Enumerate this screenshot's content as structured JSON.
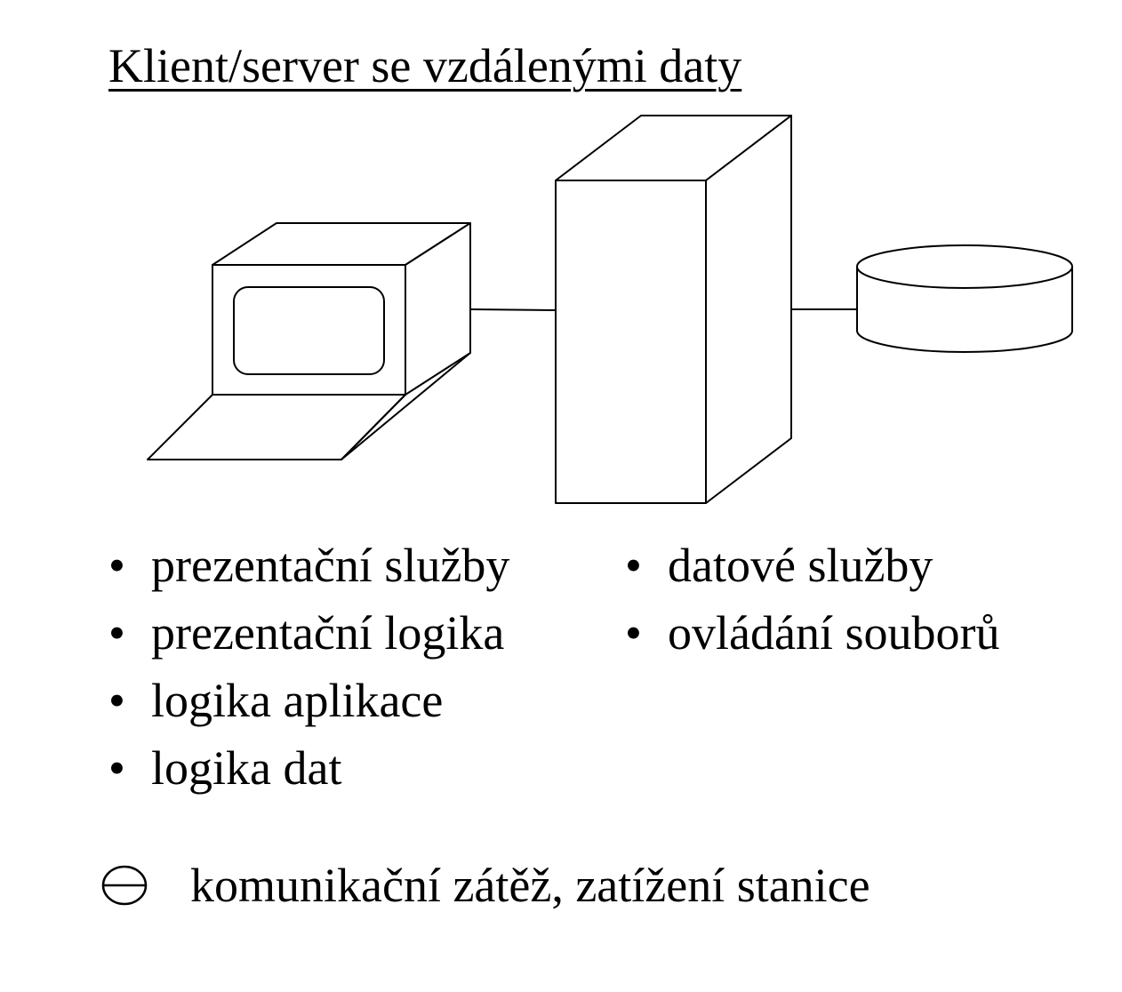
{
  "title": "Klient/server se vzdálenými daty",
  "diagram": {
    "nodes": [
      {
        "name": "client",
        "icon": "computer-terminal-icon"
      },
      {
        "name": "server",
        "icon": "server-tower-icon"
      },
      {
        "name": "storage",
        "icon": "disk-storage-icon"
      }
    ],
    "links": [
      {
        "from": "client",
        "to": "server"
      },
      {
        "from": "server",
        "to": "storage"
      }
    ]
  },
  "bullet_symbol": "•",
  "client_services": [
    "prezentační služby",
    "prezentační logika",
    "logika aplikace",
    "logika dat"
  ],
  "server_services": [
    "datové služby",
    "ovládání souborů"
  ],
  "drawback": {
    "icon": "circled-minus-icon",
    "text": "komunikační zátěž, zatížení stanice"
  }
}
